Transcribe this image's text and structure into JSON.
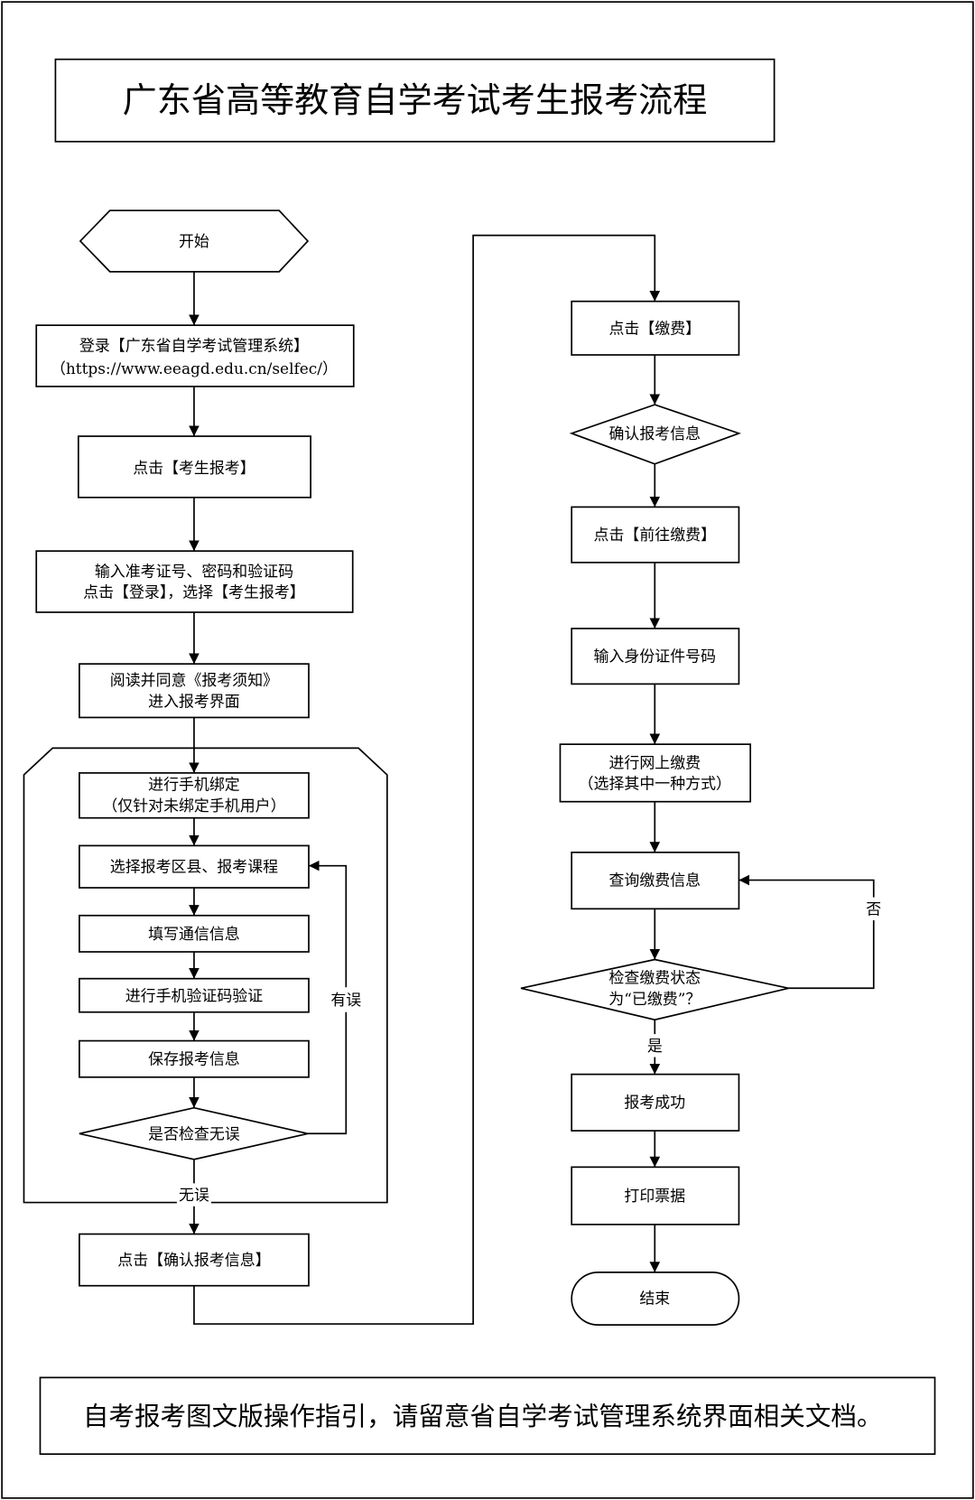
{
  "title": "广东省高等教育自学考试考生报考流程",
  "colors": {
    "stroke": "#000000",
    "background": "#ffffff"
  },
  "left_flow": {
    "start": "开始",
    "login": [
      "登录【广东省自学考试管理系统】",
      "（https://www.eeagd.edu.cn/selfec/）"
    ],
    "click_apply": "点击【考生报考】",
    "input_credentials": [
      "输入准考证号、密码和验证码",
      "点击【登录】，选择【考生报考】"
    ],
    "read_notice": [
      "阅读并同意《报考须知》",
      "进入报考界面"
    ],
    "bind_phone": [
      "进行手机绑定",
      "（仅针对未绑定手机用户）"
    ],
    "select_courses": "选择报考区县、报考课程",
    "fill_contact": "填写通信信息",
    "verify_code": "进行手机验证码验证",
    "save_info": "保存报考信息",
    "check_decision": "是否检查无误",
    "label_error": "有误",
    "label_ok": "无误",
    "confirm_info": "点击【确认报考信息】"
  },
  "right_flow": {
    "click_pay": "点击【缴费】",
    "confirm_decision": "确认报考信息",
    "go_pay": "点击【前往缴费】",
    "input_id": "输入身份证件号码",
    "online_pay": [
      "进行网上缴费",
      "（选择其中一种方式）"
    ],
    "query_pay": "查询缴费信息",
    "check_status": [
      "检查缴费状态",
      "为“已缴费”？"
    ],
    "label_no": "否",
    "label_yes": "是",
    "success": "报考成功",
    "print_receipt": "打印票据",
    "end": "结束"
  },
  "footer": "自考报考图文版操作指引，请留意省自学考试管理系统界面相关文档。"
}
